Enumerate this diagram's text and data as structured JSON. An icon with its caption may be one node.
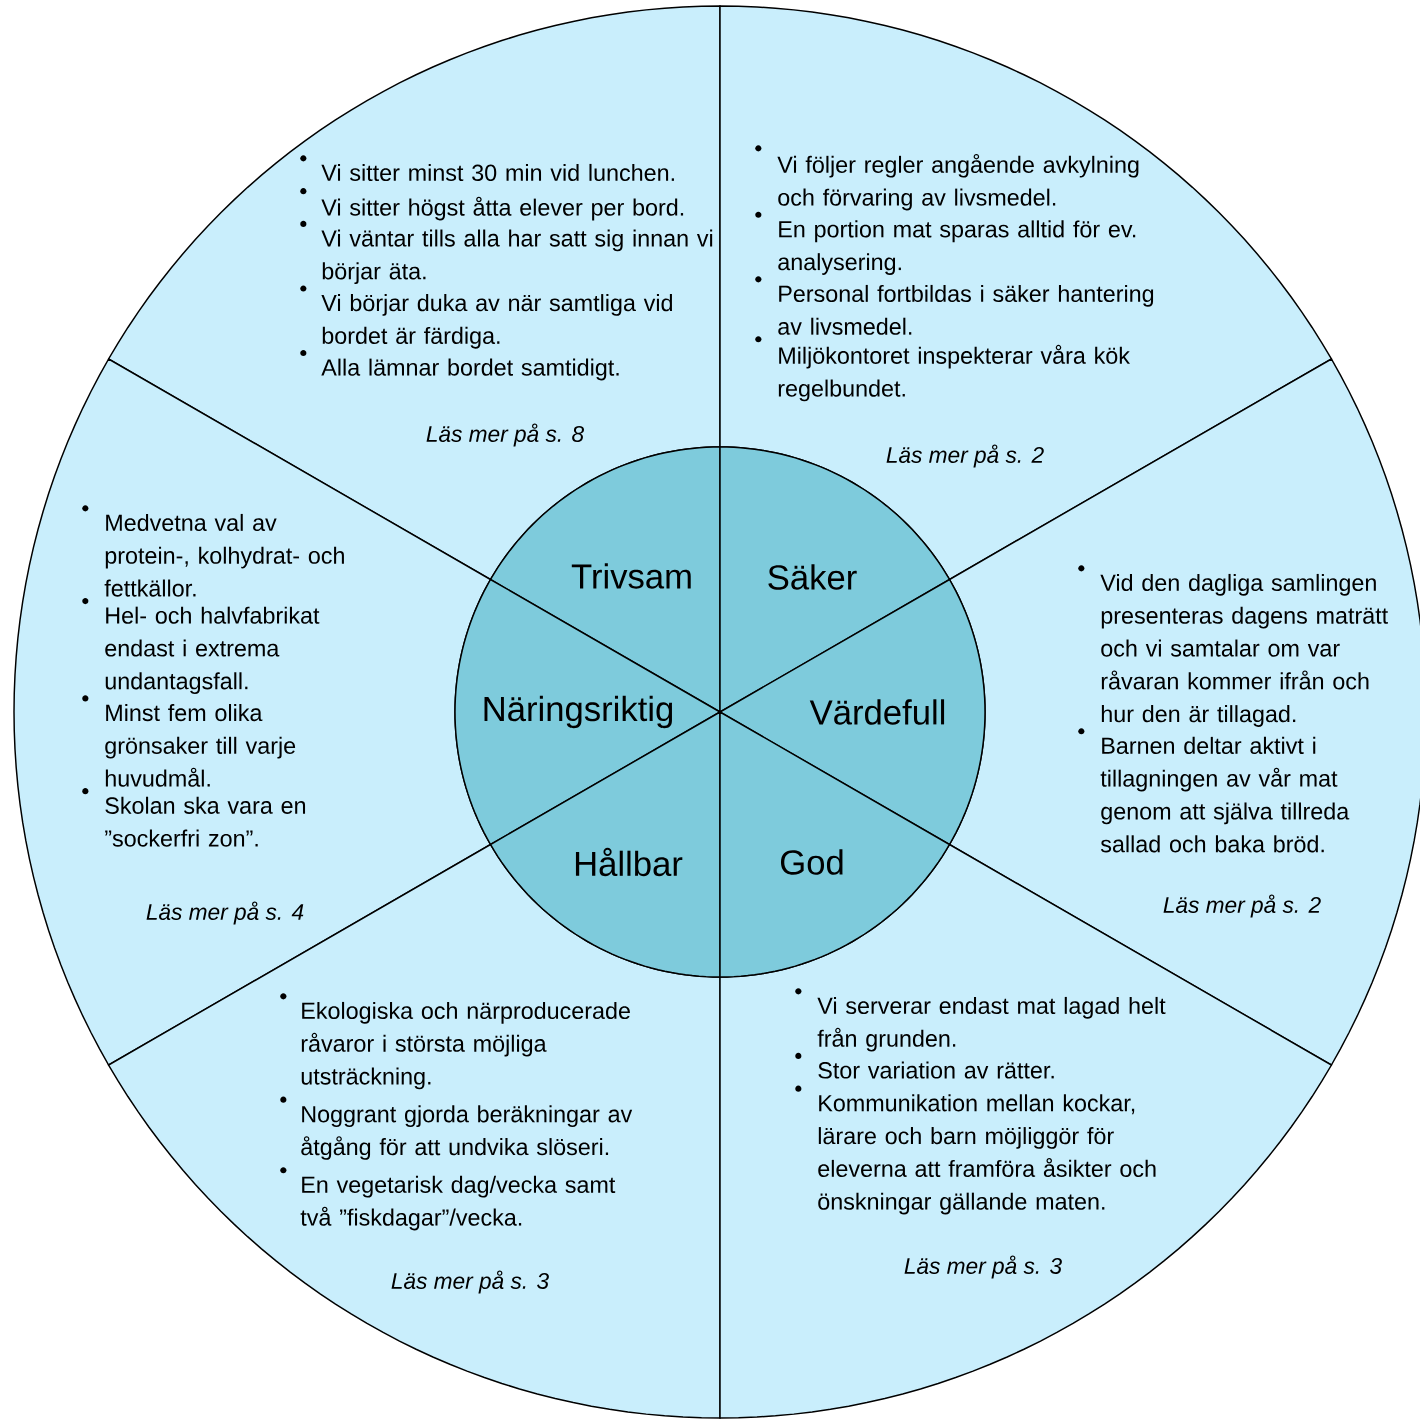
{
  "diagram": {
    "nodes": [
      {
        "text": [
          "Vi sitter minst 30 min vid lunchen.",
          "Vi sitter högst åtta elever per bord.",
          "Vi väntar tills alla har satt sig innan vi börjar äta.",
          "Vi börjar duka av när samtliga vid bordet är färdiga.",
          "Alla lämnar bordet samtidigt.",
          "*Läs mer på s. 8*"
        ]
      },
      {
        "text": [
          "Vi följer regler angående avkylning och förvaring av livsmedel.",
          "En portion mat sparas alltid för ev. analysering.",
          "Personal fortbildas i säker hantering av livsmedel.",
          "Miljökontoret inspekterar våra kök regelbundet.",
          "*Läs mer på s. 2*"
        ]
      },
      {
        "text": [
          "Medvetna val av protein-, kolhydrat- och fettkällor.",
          "Hel- och halvfabrikat endast i extrema undantagsfall.",
          "Minst fem olika grönsaker till varje huvudmål.",
          "Skolan ska vara en ”sockerfri zon”.",
          "*Läs mer på s. 4*"
        ]
      },
      {
        "text": [
          "Vid den dagliga samlingen presenteras dagens maträtt och vi samtalar om var råvaran kommer ifrån och hur den är tillagad.",
          "Barnen deltar aktivt i tillagningen av vår mat genom att själva tillreda sallad och baka bröd.",
          "*Läs mer på s. 2*"
        ]
      },
      {
        "text": [
          "Ekologiska och närproducerade råvaror i största möjliga utsträckning.",
          "Noggrant gjorda beräkningar av åtgång för att undvika slöseri.",
          "En vegetarisk dag/vecka samt två ”fiskdagar”/vecka.",
          "*Läs mer på s. 3*"
        ]
      },
      {
        "text": [
          "Vi serverar endast mat lagad helt från grunden.",
          "Stor variation av rätter.",
          "Kommunikation mellan kockar, lärare och barn möjliggör för eleverna att framföra åsikter och önskningar gällande maten.",
          "*Läs mer på s. 3*"
        ]
      },
      {
        "text": [
          "Trivsam"
        ]
      },
      {
        "text": [
          "Säker"
        ]
      },
      {
        "text": [
          "Näringsriktig"
        ]
      },
      {
        "text": [
          "Värdefull"
        ]
      },
      {
        "text": [
          "Hållbar"
        ]
      },
      {
        "text": [
          "God"
        ]
      }
    ]
  }
}
